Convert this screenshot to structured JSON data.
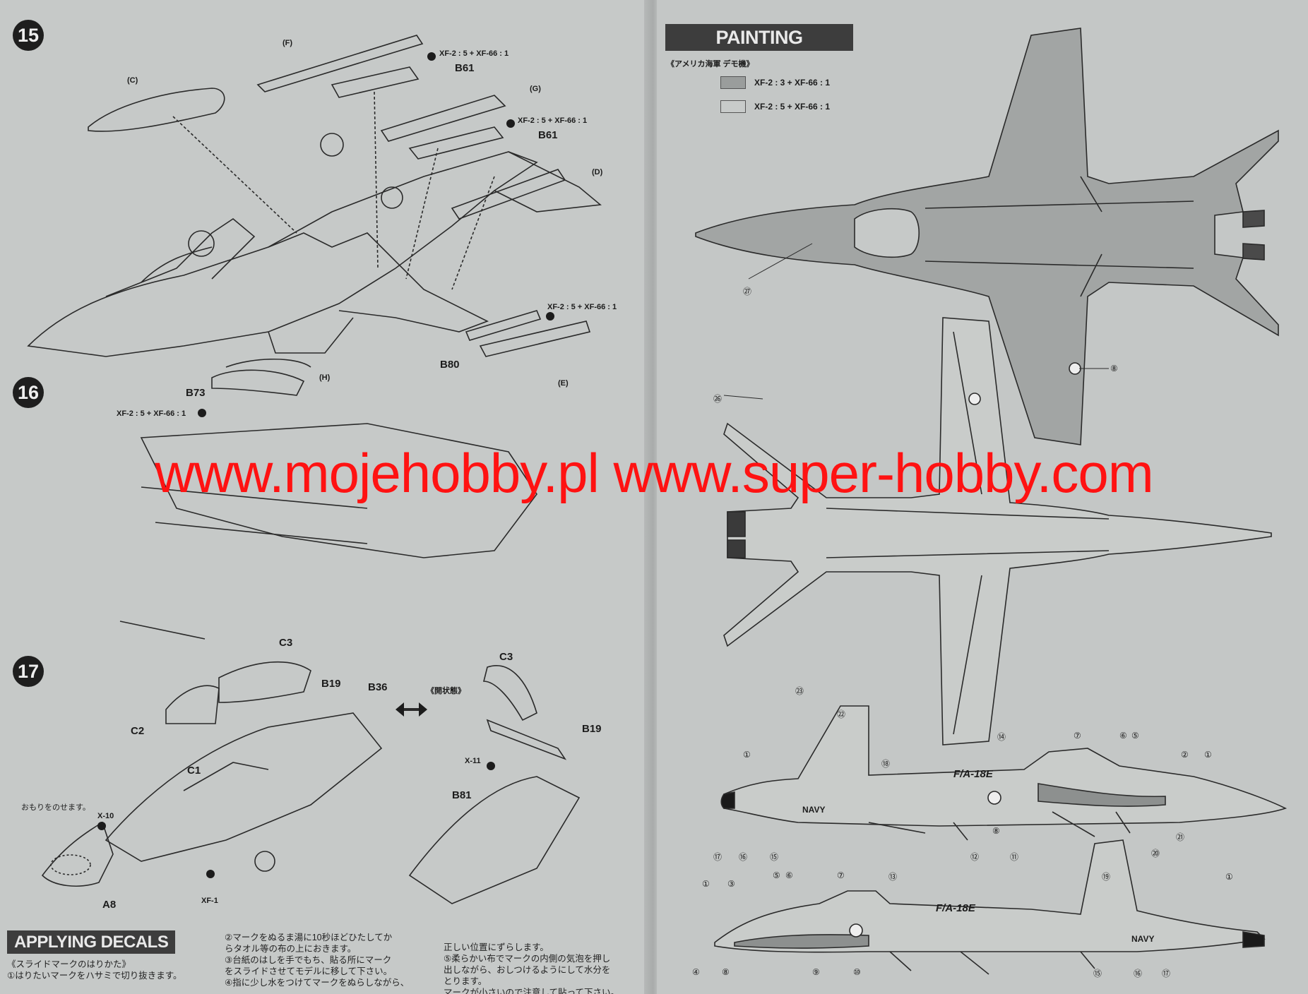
{
  "left_page": {
    "steps": [
      {
        "number": "15"
      },
      {
        "number": "16"
      },
      {
        "number": "17"
      }
    ],
    "step15_labels": {
      "F": "(F)",
      "C": "(C)",
      "G": "(G)",
      "D": "(D)",
      "E": "(E)",
      "B61a": "B61",
      "B61b": "B61",
      "B80": "B80",
      "paint1": "XF-2 : 5 + XF-66 : 1",
      "paint2": "XF-2 : 5 + XF-66 : 1",
      "paint3": "XF-2 : 5 + XF-66 : 1"
    },
    "step16_labels": {
      "H": "(H)",
      "B73": "B73",
      "paint": "XF-2 : 5 + XF-66 : 1"
    },
    "step17_labels": {
      "C3a": "C3",
      "C3b": "C3",
      "B19a": "B19",
      "B19b": "B19",
      "B36": "B36",
      "C2": "C2",
      "C1": "C1",
      "X11": "X-11",
      "B81": "B81",
      "X10": "X-10",
      "A8": "A8",
      "XF1": "XF-1",
      "open_state": "《開状態》",
      "weight_note": "おもりをのせます。"
    },
    "decals": {
      "header": "APPLYING DECALS",
      "col1_lines": [
        "《スライドマークのはりかた》",
        "①はりたいマークをハサミで切り抜きます。"
      ],
      "col2_lines": [
        "②マークをぬるま湯に10秒ほどひたしてか",
        "らタオル等の布の上におきます。",
        "③台紙のはしを手でもち、貼る所にマーク",
        "をスライドさせてモデルに移して下さい。",
        "④指に少し水をつけてマークをぬらしながら、"
      ],
      "col3_lines": [
        "正しい位置にずらします。",
        "⑤柔らかい布でマークの内側の気泡を押し",
        "出しながら、おしつけるようにして水分を",
        "とります。",
        "マークが小さいので注意して貼って下さい。"
      ]
    }
  },
  "right_page": {
    "header": "PAINTING",
    "subtitle": "《アメリカ海軍 デモ機》",
    "legend": [
      {
        "label": "XF-2 : 3 + XF-66 : 1",
        "color": "#9a9d9c"
      },
      {
        "label": "XF-2 : 5 + XF-66 : 1",
        "color": "#c8cbca"
      }
    ],
    "callouts": {
      "top_view": [
        "㉗",
        "⑧"
      ],
      "bottom_view": [
        "㉖"
      ],
      "side_right": [
        "㉓",
        "㉒",
        "⑱",
        "⑭",
        "⑦",
        "⑥",
        "⑤",
        "②",
        "①",
        "①",
        "⑰",
        "⑯",
        "⑮",
        "⑧",
        "⑫",
        "⑪"
      ],
      "side_left": [
        "㉑",
        "⑳",
        "⑲",
        "①",
        "③",
        "⑤",
        "⑥",
        "⑦",
        "⑬",
        "①",
        "⑩",
        "⑨",
        "⑧",
        "④",
        "⑮",
        "⑯",
        "⑰"
      ]
    },
    "markings": {
      "fa18e_1": "F/A-18E",
      "fa18e_2": "F/A-18E",
      "navy_1": "NAVY",
      "navy_2": "NAVY"
    }
  },
  "watermark": "www.mojehobby.pl www.super-hobby.com"
}
